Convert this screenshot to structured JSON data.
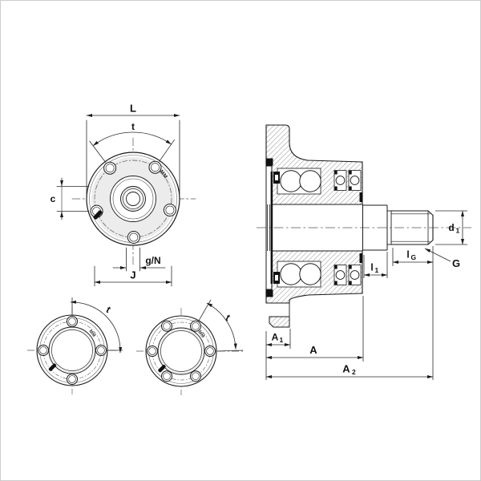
{
  "page": {
    "background": "#ffffff",
    "border_color": "#cccccc"
  },
  "drawing": {
    "kind": "Engineering drawing of a flanged wheel hub bearing unit: front flange view, two bolt-pattern variants, and axial cross-section with threaded spindle",
    "stamp_marking": "MM",
    "front_view": {
      "bolt_holes": 5,
      "dim_L": "L",
      "dim_t": "t",
      "dim_c": "c",
      "dim_gN": "g/N",
      "dim_J": "J"
    },
    "variant_views": {
      "four_hole": {
        "bolt_holes": 4,
        "dim_t": "t"
      },
      "six_hole": {
        "bolt_holes": 6,
        "dim_t": "t"
      }
    },
    "section_view": {
      "dim_d1_base": "d",
      "dim_d1_sub": "1",
      "dim_lG_base": "l",
      "dim_lG_sub": "G",
      "dim_l1_base": "l",
      "dim_l1_sub": "1",
      "dim_G": "G",
      "dim_A1_base": "A",
      "dim_A1_sub": "1",
      "dim_A": "A",
      "dim_A2_base": "A",
      "dim_A2_sub": "2"
    },
    "colors": {
      "line": "#1a1a1a",
      "dim_line": "#2a2a2a",
      "shade": "#ececec",
      "stamp": "#111111"
    }
  }
}
